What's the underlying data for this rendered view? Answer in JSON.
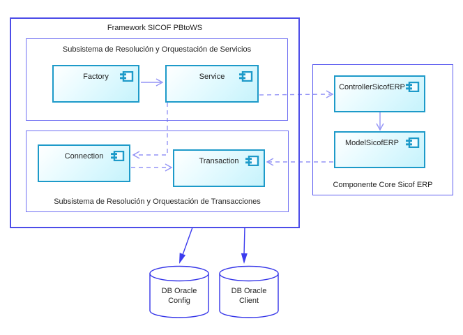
{
  "framework": {
    "title": "Framework SICOF PBtoWS"
  },
  "subsystem_services": {
    "title": "Subsistema de Resolución y Orquestación de Servicios",
    "factory": {
      "label": "Factory"
    },
    "service": {
      "label": "Service"
    }
  },
  "subsystem_transactions": {
    "title": "Subsistema de Resolución y Orquestación de Transacciones",
    "connection": {
      "label": "Connection"
    },
    "transaction": {
      "label": "Transaction"
    }
  },
  "core": {
    "title": "Componente Core Sicof ERP",
    "controller": {
      "label": "ControllerSicofERP"
    },
    "model": {
      "label": "ModelSicofERP"
    }
  },
  "databases": {
    "config": {
      "label": "DB Oracle Config"
    },
    "client": {
      "label": "DB Oracle Client"
    }
  },
  "icons": {
    "component": "uml-component-icon",
    "database": "database-cylinder-icon"
  },
  "colors": {
    "frame_border": "#4d4de8",
    "subsystem_border": "#6e6ef2",
    "core_border": "#5c5cf0",
    "component_border": "#1d9ac9",
    "component_fill_top": "#ffffff",
    "component_fill_bottom": "#c6f3fc",
    "dependency_line": "#9494f6",
    "db_arrow": "#3b3bee",
    "db_border": "#3434e8",
    "text": "#1f1f1f"
  }
}
